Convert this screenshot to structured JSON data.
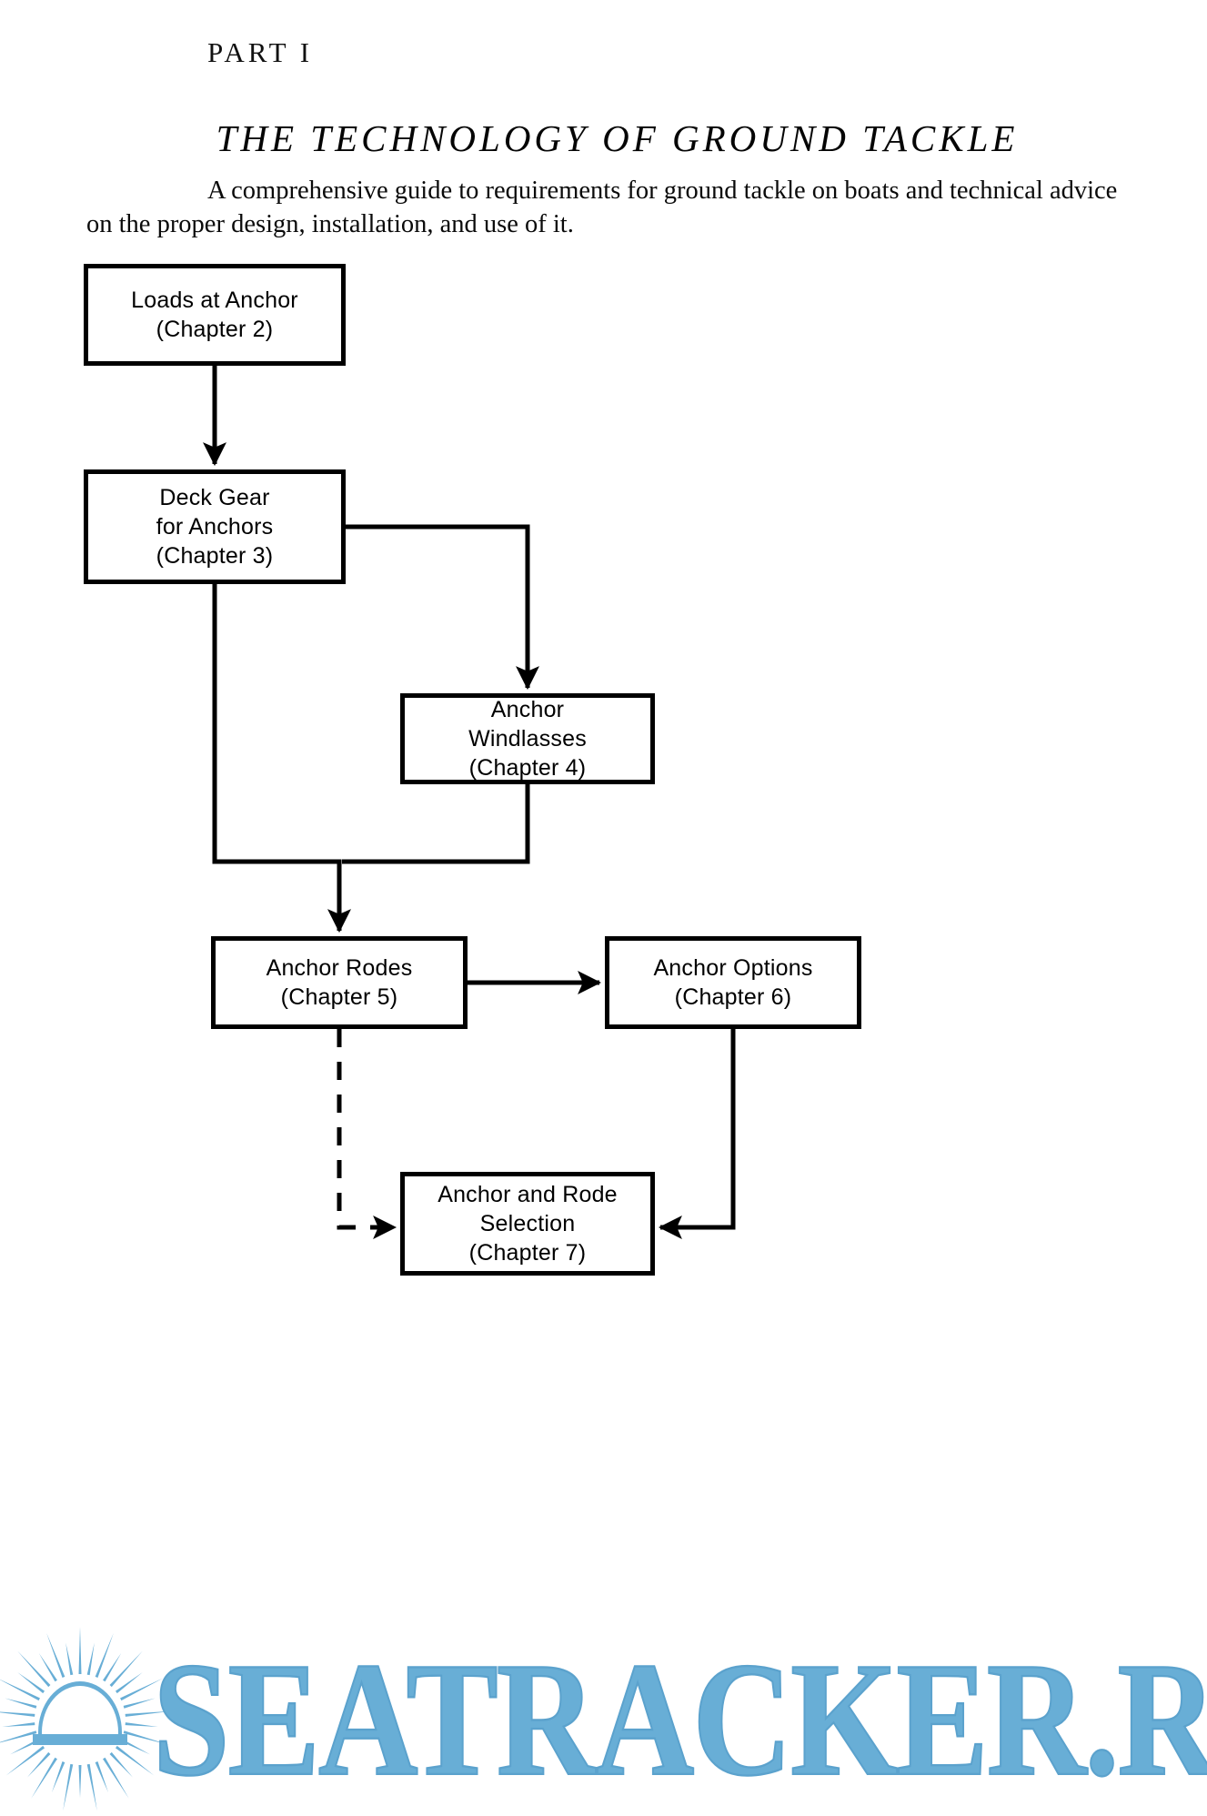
{
  "page": {
    "part_label": "PART I",
    "title": "THE TECHNOLOGY OF GROUND TACKLE",
    "subtitle_line1": "A comprehensive guide to requirements for ground tackle on",
    "subtitle_line2": "boats and technical advice on the proper design, installation, and use of it."
  },
  "flowchart": {
    "nodes": [
      {
        "id": "loads",
        "line1": "Loads at Anchor",
        "line2": "(Chapter 2)",
        "line3": ""
      },
      {
        "id": "deckgear",
        "line1": "Deck Gear",
        "line2": "for Anchors",
        "line3": "(Chapter 3)"
      },
      {
        "id": "windlasses",
        "line1": "Anchor",
        "line2": "Windlasses",
        "line3": "(Chapter 4)"
      },
      {
        "id": "rodes",
        "line1": "Anchor Rodes",
        "line2": "(Chapter 5)",
        "line3": ""
      },
      {
        "id": "options",
        "line1": "Anchor Options",
        "line2": "(Chapter 6)",
        "line3": ""
      },
      {
        "id": "selection",
        "line1": "Anchor and Rode",
        "line2": "Selection",
        "line3": "(Chapter 7)"
      }
    ],
    "edges": [
      {
        "from": "loads",
        "to": "deckgear",
        "style": "solid"
      },
      {
        "from": "deckgear",
        "to": "windlasses",
        "style": "solid"
      },
      {
        "from": "deckgear",
        "to": "rodes",
        "style": "solid"
      },
      {
        "from": "windlasses",
        "to": "rodes",
        "style": "solid"
      },
      {
        "from": "rodes",
        "to": "options",
        "style": "solid"
      },
      {
        "from": "rodes",
        "to": "selection",
        "style": "dashed"
      },
      {
        "from": "options",
        "to": "selection",
        "style": "solid"
      }
    ],
    "line_color": "#000000"
  },
  "watermark": {
    "text": "SEATRACKER.RU",
    "color": "#68aed6",
    "icon": "sunburst-icon"
  }
}
